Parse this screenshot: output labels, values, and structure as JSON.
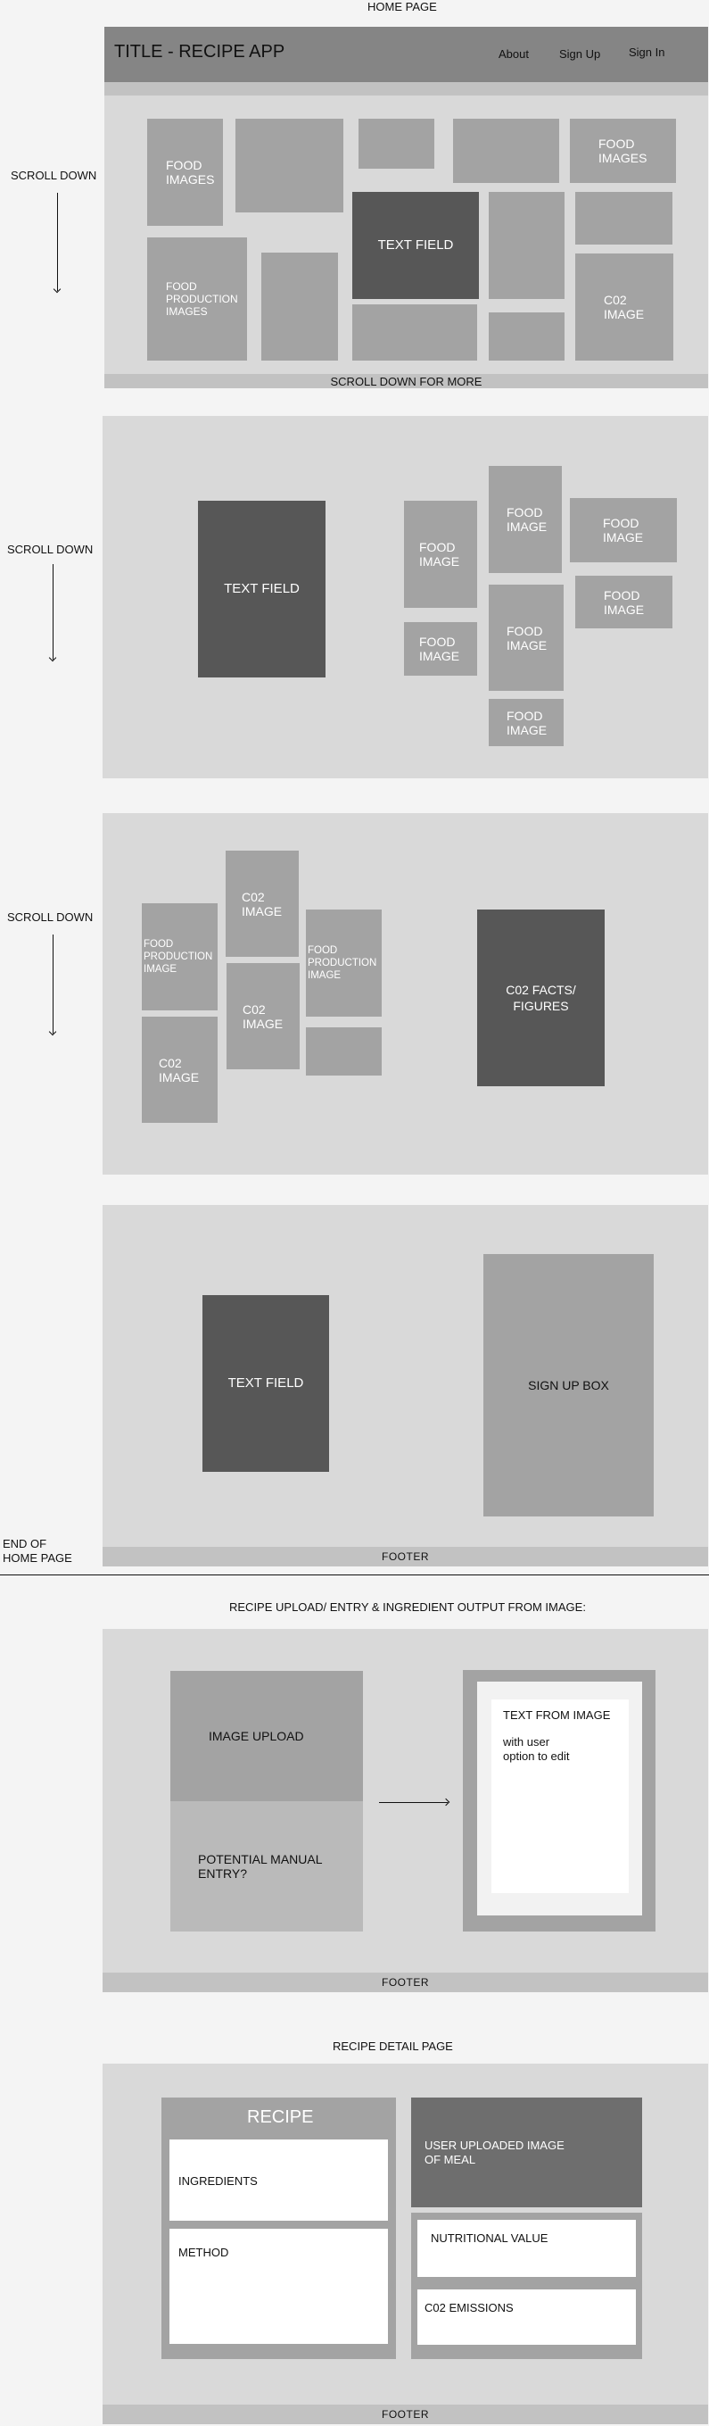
{
  "home": {
    "heading": "HOME PAGE",
    "app_title": "TITLE - RECIPE APP",
    "nav": {
      "about": "About",
      "signup": "Sign Up",
      "signin": "Sign In"
    },
    "scroll_down": "SCROLL DOWN",
    "scroll_more": "SCROLL DOWN FOR MORE",
    "food_images": "FOOD\nIMAGES",
    "food_production_images": "FOOD\nPRODUCTION\nIMAGES",
    "text_field": "TEXT FIELD",
    "co2_image": "C02\nIMAGE",
    "food_image": "FOOD\nIMAGE",
    "food_production_image": "FOOD\nPRODUCTION\nIMAGE",
    "co2_facts": "C02 FACTS/\nFIGURES",
    "signup_box": "SIGN UP BOX",
    "end_label": "END OF\nHOME PAGE",
    "footer": "FOOTER"
  },
  "upload": {
    "heading": "RECIPE UPLOAD/ ENTRY & INGREDIENT OUTPUT FROM IMAGE:",
    "image_upload": "IMAGE UPLOAD",
    "manual_entry": "POTENTIAL MANUAL\nENTRY?",
    "text_from_image": "TEXT FROM IMAGE",
    "edit_note": "with user\noption to edit",
    "footer": "FOOTER"
  },
  "detail": {
    "heading": "RECIPE DETAIL PAGE",
    "recipe": "RECIPE",
    "ingredients": "INGREDIENTS",
    "method": "METHOD",
    "user_image": "USER UPLOADED IMAGE\nOF MEAL",
    "nutritional": "NUTRITIONAL VALUE",
    "co2_emissions": "C02 EMISSIONS",
    "footer": "FOOTER"
  }
}
